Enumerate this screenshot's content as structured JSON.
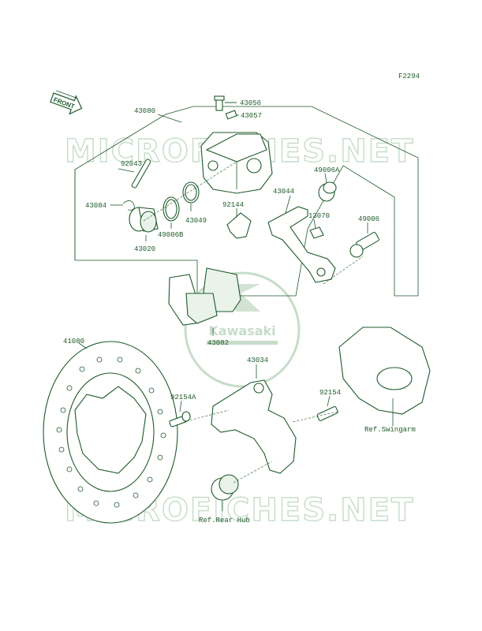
{
  "figure_code": "F2294",
  "front_badge": "FRONT",
  "watermark": {
    "text": "MICROFICHES.NET",
    "logo_text": "Kawasaki",
    "color": "#c7dcc9"
  },
  "colors": {
    "ink": "#1f5a2a",
    "background": "#ffffff"
  },
  "parts": {
    "p43080": "43080",
    "p43056": "43056",
    "p43057": "43057",
    "p92043": "92043",
    "p43084": "43084",
    "p49006A": "49006A",
    "p43044": "43044",
    "p92144": "92144",
    "p13070": "13070",
    "p49006": "49006",
    "p43049": "43049",
    "p49006B": "49006B",
    "p43020": "43020",
    "p43082": "43082",
    "p41080": "41080",
    "p43034": "43034",
    "p92154A": "92154A",
    "p92154": "92154"
  },
  "references": {
    "swingarm": "Ref.Swingarm",
    "rear_hub": "Ref.Rear Hub"
  }
}
